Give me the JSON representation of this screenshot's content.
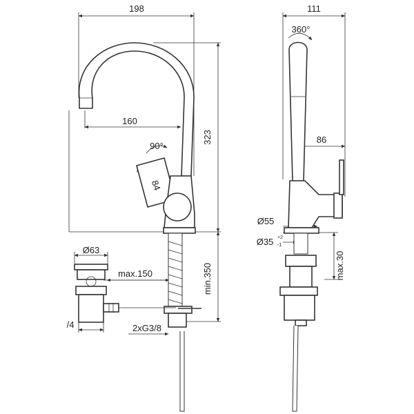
{
  "dimensions": {
    "d198": "198",
    "d160": "160",
    "d323": "323",
    "d90deg": "90°",
    "d84": "84",
    "dmin350": "min.350",
    "dmax150": "max.150",
    "d63": "Ø63",
    "d2xg38": "2xG3/8",
    "d14": "/4",
    "d111": "111",
    "d360deg": "360°",
    "d86": "86",
    "d55": "Ø55",
    "d35": "Ø35",
    "d35tol_plus": "+2",
    "d35tol_minus": "-1",
    "dmax30": "max.30"
  }
}
